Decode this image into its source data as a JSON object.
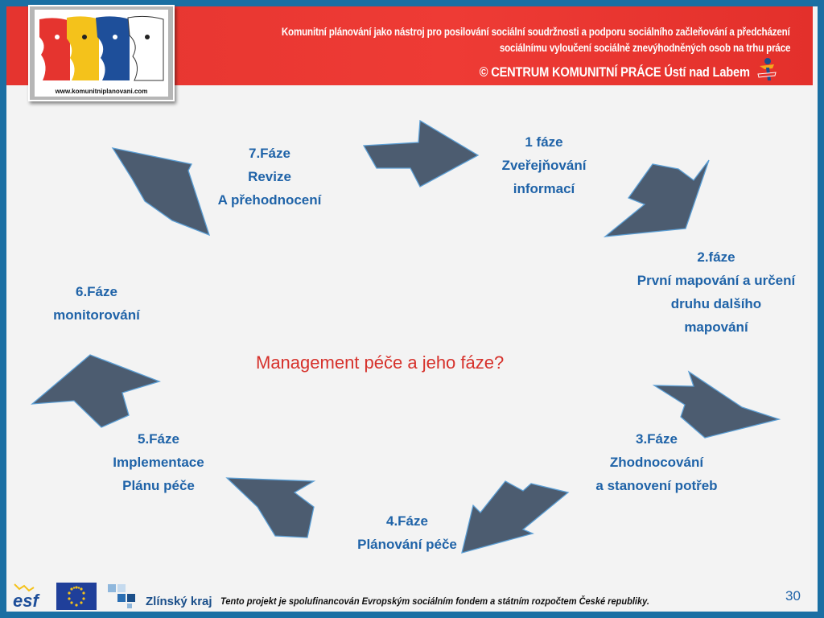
{
  "header": {
    "line1": "Komunitní plánování jako nástroj pro posilování sociální soudržnosti a podporu sociálního začleňování a předcházení",
    "line2": "sociálnímu vyloučení sociálně znevýhodněných osob na trhu práce",
    "line3": "© CENTRUM KOMUNITNÍ PRÁCE Ústí nad Labem",
    "logo_url": "www.komunitniplanovani.com"
  },
  "center_title": "Management péče a jeho fáze?",
  "phases": [
    {
      "lines": [
        "1 fáze",
        "Zveřejňování",
        "informací"
      ]
    },
    {
      "lines": [
        "2.fáze",
        "První mapování a určení",
        "druhu dalšího",
        "mapování"
      ]
    },
    {
      "lines": [
        "3.Fáze",
        "Zhodnocování",
        "a stanovení potřeb"
      ]
    },
    {
      "lines": [
        "4.Fáze",
        "Plánování péče"
      ]
    },
    {
      "lines": [
        "5.Fáze",
        "Implementace",
        "Plánu péče"
      ]
    },
    {
      "lines": [
        "6.Fáze",
        "monitorování"
      ]
    },
    {
      "lines": [
        "7.Fáze",
        "Revize",
        "A přehodnocení"
      ]
    }
  ],
  "footer": {
    "text": "Tento projekt je spolufinancován Evropským sociálním fondem a státním rozpočtem České republiky.",
    "region": "Zlínský kraj",
    "esf": "esf",
    "page_number": "30"
  },
  "colors": {
    "banner": "#e5342f",
    "phase_text": "#1f63a8",
    "title_text": "#d6312b",
    "arrow_fill": "#4c5c70",
    "arrow_stroke": "#5b9ed4"
  }
}
